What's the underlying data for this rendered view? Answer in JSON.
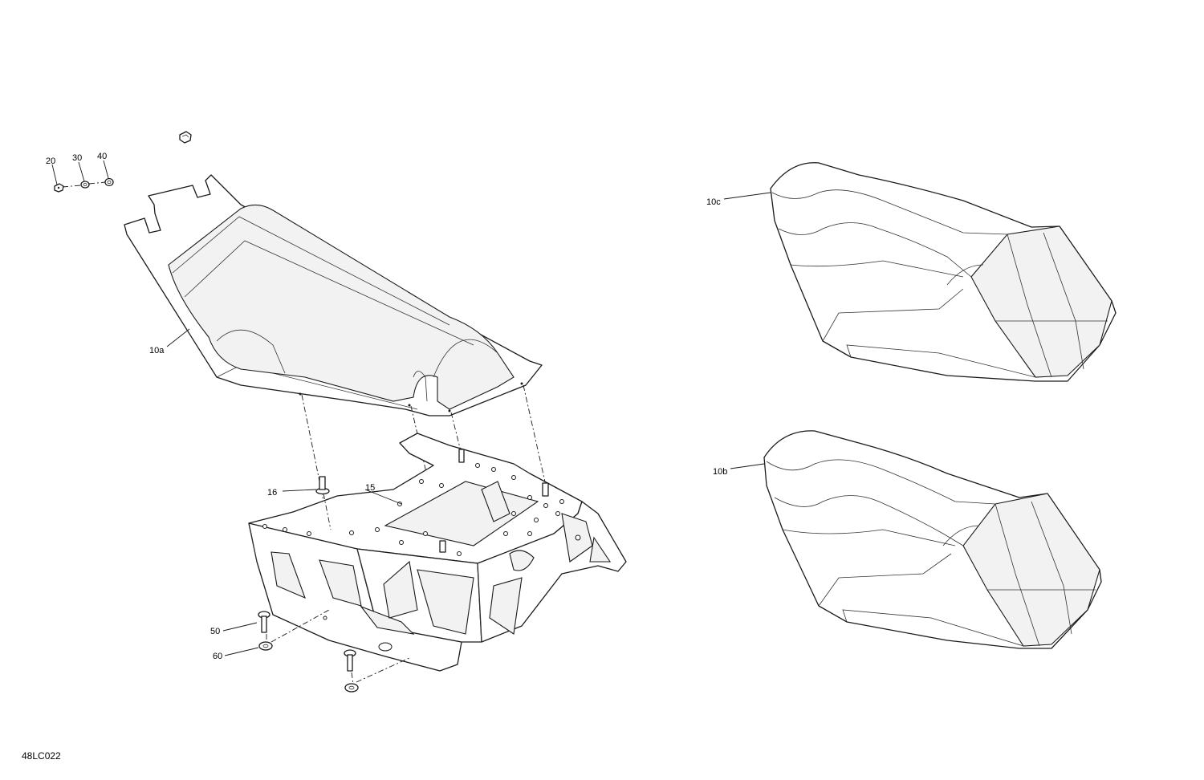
{
  "figure_code": "48LC022",
  "callouts": {
    "c20": "20",
    "c30": "30",
    "c40": "40",
    "c10a": "10a",
    "c10b": "10b",
    "c10c": "10c",
    "c15": "15",
    "c16": "16",
    "c50": "50",
    "c60": "60"
  }
}
